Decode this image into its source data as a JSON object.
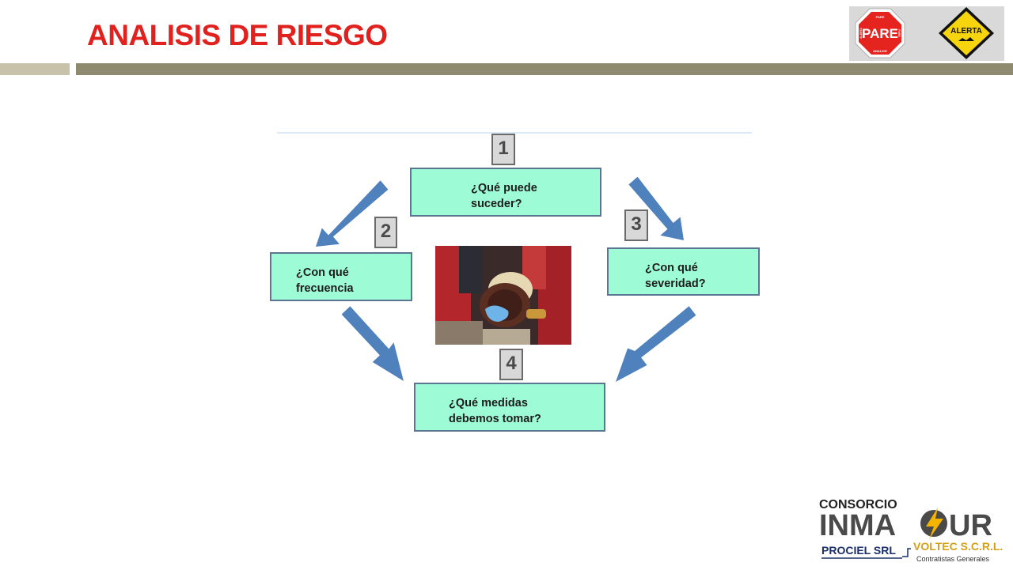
{
  "title": "ANALISIS DE RIESGO",
  "header_signs": {
    "stop_sign": {
      "word": "PARE",
      "top_text": "PARE",
      "left_text": "ALERTA",
      "right_text": "PARE",
      "bottom_text": "ANALICE"
    },
    "warning_sign": {
      "word": "ALERTA"
    }
  },
  "steps": [
    {
      "number": "1",
      "text": "¿Qué puede\nsuceder?"
    },
    {
      "number": "2",
      "text": "¿Con qué\nfrecuencia"
    },
    {
      "number": "3",
      "text": "¿Con qué\nseveridad?"
    },
    {
      "number": "4",
      "text": "¿Qué medidas\ndebemos tomar?"
    }
  ],
  "logo": {
    "line1": "CONSORCIO",
    "brand_left": "INMA",
    "brand_right": "UR",
    "partner1": "PROCIEL SRL",
    "partner2": "VOLTEC S.C.R.L.",
    "partner2_sub": "Contratistas Generales"
  },
  "colors": {
    "title": "#e0211d",
    "box_fill": "#9dfcd6",
    "arrow": "#4f81bd",
    "stop": "#e52420",
    "warning": "#f6d50f"
  }
}
